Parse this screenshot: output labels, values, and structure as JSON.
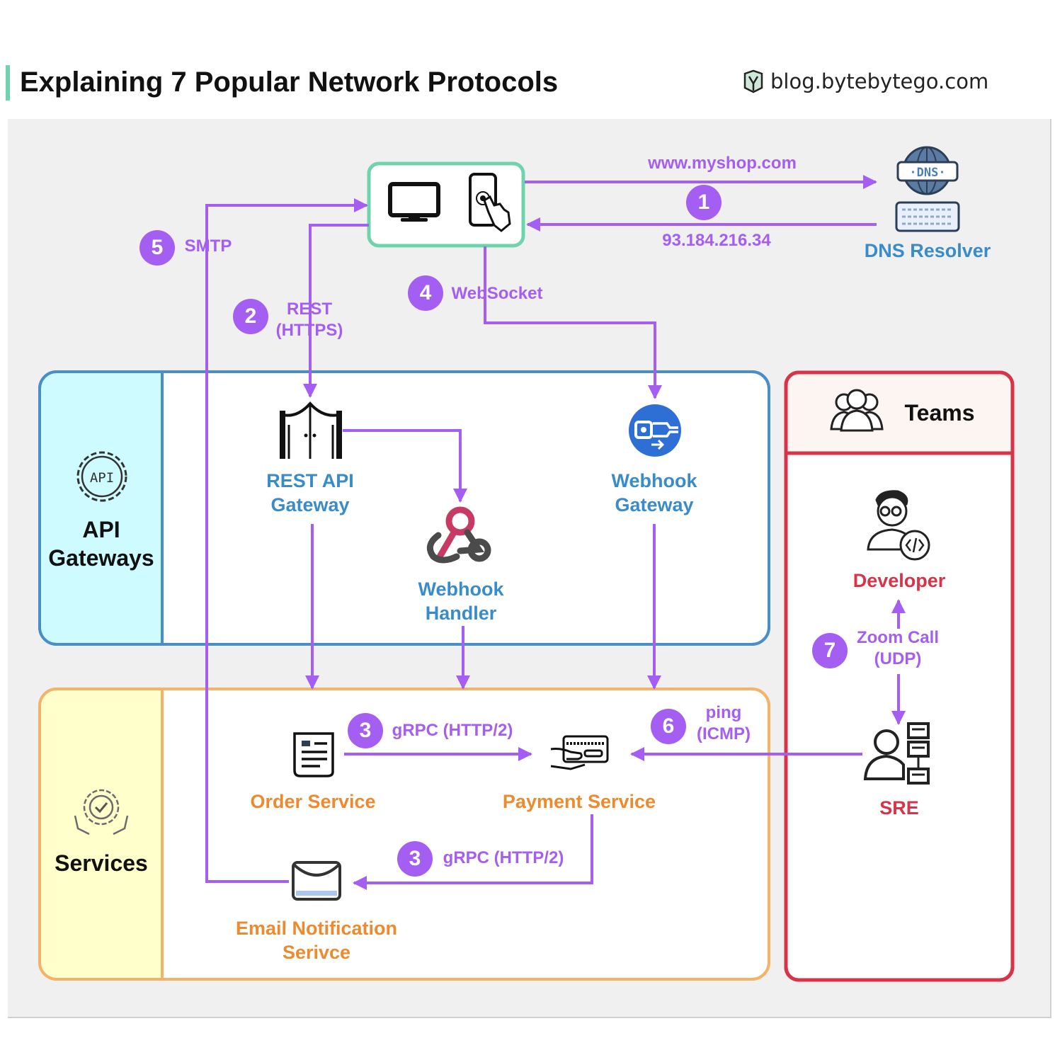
{
  "title": "Explaining 7 Popular Network Protocols",
  "brand": "blog.bytebytego.com",
  "groups": {
    "api_gateways": "API Gateways",
    "services": "Services",
    "teams": "Teams"
  },
  "nodes": {
    "dns_resolver": "DNS Resolver",
    "rest_api_gateway": "REST API Gateway",
    "webhook_handler": "Webhook Handler",
    "webhook_gateway": "Webhook Gateway",
    "order_service": "Order Service",
    "payment_service": "Payment Service",
    "email_service": "Email Notification Serivce",
    "developer": "Developer",
    "sre": "SRE"
  },
  "edges": {
    "dns_query": "www.myshop.com",
    "dns_answer": "93.184.216.34",
    "smtp": "SMTP",
    "rest": "REST (HTTPS)",
    "websocket": "WebSocket",
    "grpc_1": "gRPC (HTTP/2)",
    "grpc_2": "gRPC (HTTP/2)",
    "ping": "ping (ICMP)",
    "zoom": "Zoom Call (UDP)"
  },
  "badges": {
    "dns": "1",
    "rest": "2",
    "grpc_1": "3",
    "grpc_2": "3",
    "websocket": "4",
    "smtp": "5",
    "ping": "6",
    "zoom": "7"
  },
  "icons": {
    "client": [
      "desktop-monitor-icon",
      "smartphone-touch-icon"
    ],
    "dns": "dns-globe-icon",
    "api": "api-gear-icon",
    "rest_gateway": "gate-icon",
    "webhook": "webhook-icon",
    "webhook_gateway": "plug-icon",
    "order": "document-icon",
    "payment": "card-payment-icon",
    "email": "envelope-icon",
    "services": "gear-hands-icon",
    "teams": "people-group-icon",
    "developer": "developer-icon",
    "sre": "sre-server-icon"
  },
  "colors": {
    "arrow": "#a45ef1",
    "client_border": "#6fd3ad",
    "api_border": "#4a8ec8",
    "api_side": "#cdfbff",
    "services_border": "#f3b46a",
    "services_side": "#ffffcc",
    "teams_border": "#d7344a",
    "teams_header": "#fcf5f2"
  }
}
